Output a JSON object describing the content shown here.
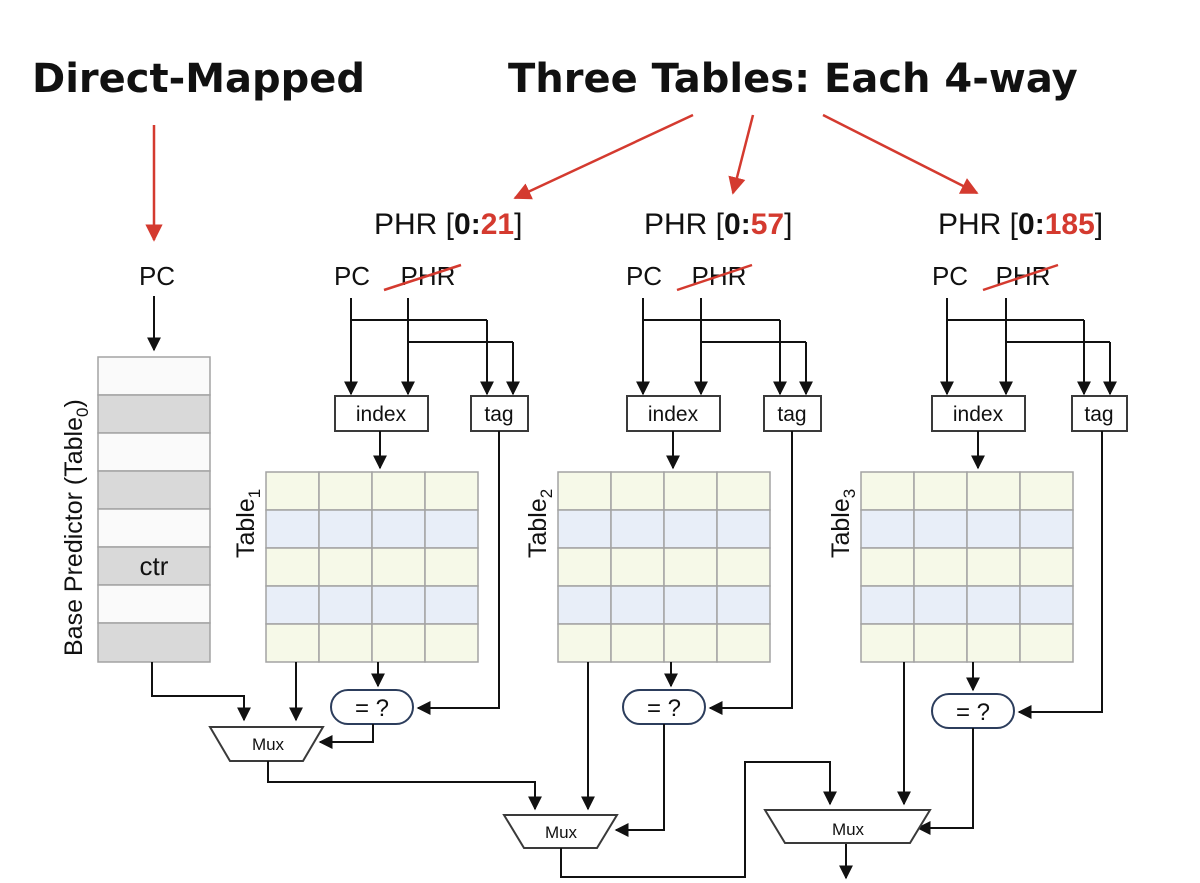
{
  "headings": {
    "left": "Direct-Mapped",
    "right": "Three Tables: Each 4-way"
  },
  "base": {
    "input": "PC",
    "side_label": "Base Predictor (Table",
    "side_sub": "0",
    "side_close": ")",
    "cell_label": "ctr"
  },
  "tables": [
    {
      "phr_prefix": "PHR [",
      "phr_bold": "0:",
      "phr_red": "21",
      "phr_suffix": "]",
      "pc": "PC",
      "phr": "PHR",
      "index": "index",
      "tag": "tag",
      "name": "Table",
      "sub": "1",
      "cmp": "= ?"
    },
    {
      "phr_prefix": "PHR [",
      "phr_bold": "0:",
      "phr_red": "57",
      "phr_suffix": "]",
      "pc": "PC",
      "phr": "PHR",
      "index": "index",
      "tag": "tag",
      "name": "Table",
      "sub": "2",
      "cmp": "= ?"
    },
    {
      "phr_prefix": "PHR [",
      "phr_bold": "0:",
      "phr_red": "185",
      "phr_suffix": "]",
      "pc": "PC",
      "phr": "PHR",
      "index": "index",
      "tag": "tag",
      "name": "Table",
      "sub": "3",
      "cmp": "= ?"
    }
  ],
  "mux_label": "Mux",
  "colors": {
    "accent_red": "#d43a2f",
    "cell_green": "#f6f9e8",
    "cell_blue": "#e8eef8",
    "base_gray": "#d9d9d9"
  }
}
